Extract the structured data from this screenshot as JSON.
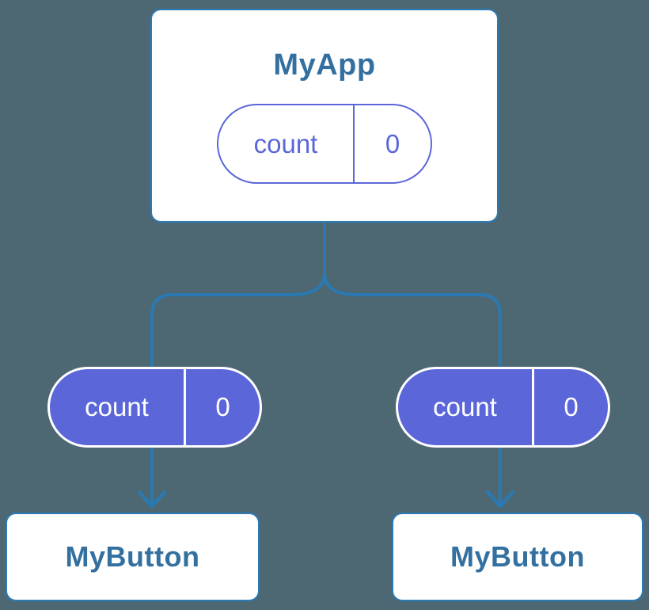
{
  "diagram": {
    "type": "component-tree",
    "colors": {
      "bg": "#4d6872",
      "line": "#2a79b2",
      "card-bg": "#ffffff",
      "card-border": "#2b7ab5",
      "title": "#33709f",
      "purple": "#5b67d9",
      "pill-text-light": "#ffffff"
    },
    "root": {
      "title": "MyApp",
      "state_pill": {
        "label": "count",
        "value": "0"
      }
    },
    "children": [
      {
        "title": "MyButton",
        "state_pill": {
          "label": "count",
          "value": "0"
        }
      },
      {
        "title": "MyButton",
        "state_pill": {
          "label": "count",
          "value": "0"
        }
      }
    ]
  }
}
